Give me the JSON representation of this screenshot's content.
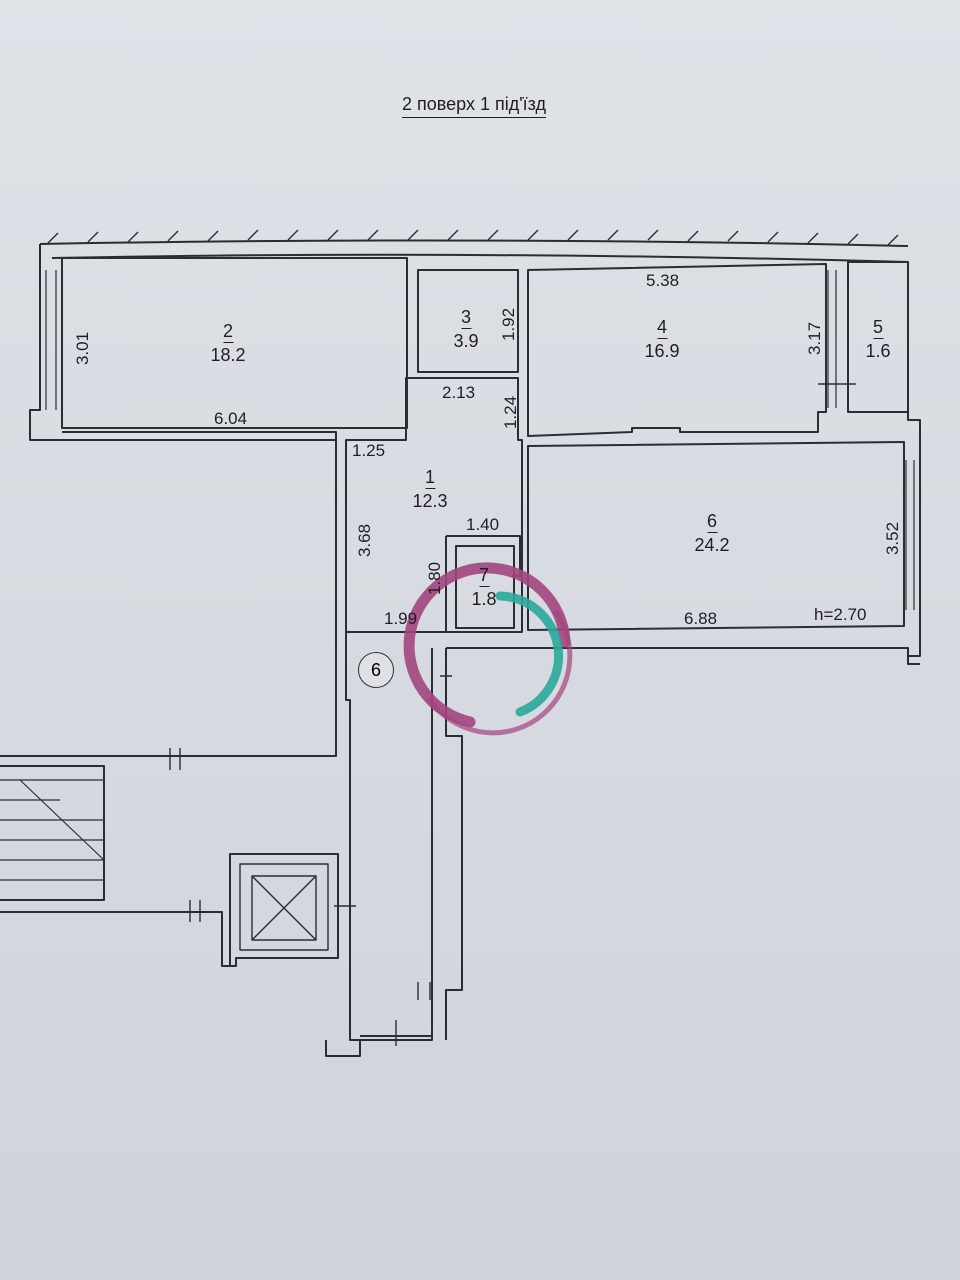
{
  "title": "2 поверх 1 під'їзд",
  "rooms": [
    {
      "number": "1",
      "area": "12.3"
    },
    {
      "number": "2",
      "area": "18.2"
    },
    {
      "number": "3",
      "area": "3.9"
    },
    {
      "number": "4",
      "area": "16.9"
    },
    {
      "number": "5",
      "area": "1.6"
    },
    {
      "number": "6",
      "area": "24.2"
    },
    {
      "number": "7",
      "area": "1.8"
    }
  ],
  "dimensions": {
    "room2_width": "6.04",
    "room2_depth": "3.01",
    "room3_depth": "1.92",
    "room3_width": "2.13",
    "corridor_upper": "1.24",
    "hall_width": "1.25",
    "hall_depth": "3.68",
    "room4_width": "5.38",
    "room4_depth": "3.17",
    "room7_width": "1.40",
    "room7_depth": "1.80",
    "hall_bottom": "1.99",
    "room6_width": "6.88",
    "room6_depth": "3.52"
  },
  "ceiling_height": "h=2.70",
  "section_marker": "6",
  "colors": {
    "line": "#2a2d33",
    "paper": "#dfe3e8",
    "logo_magenta": "#a3457e",
    "logo_teal": "#2aa79a"
  }
}
